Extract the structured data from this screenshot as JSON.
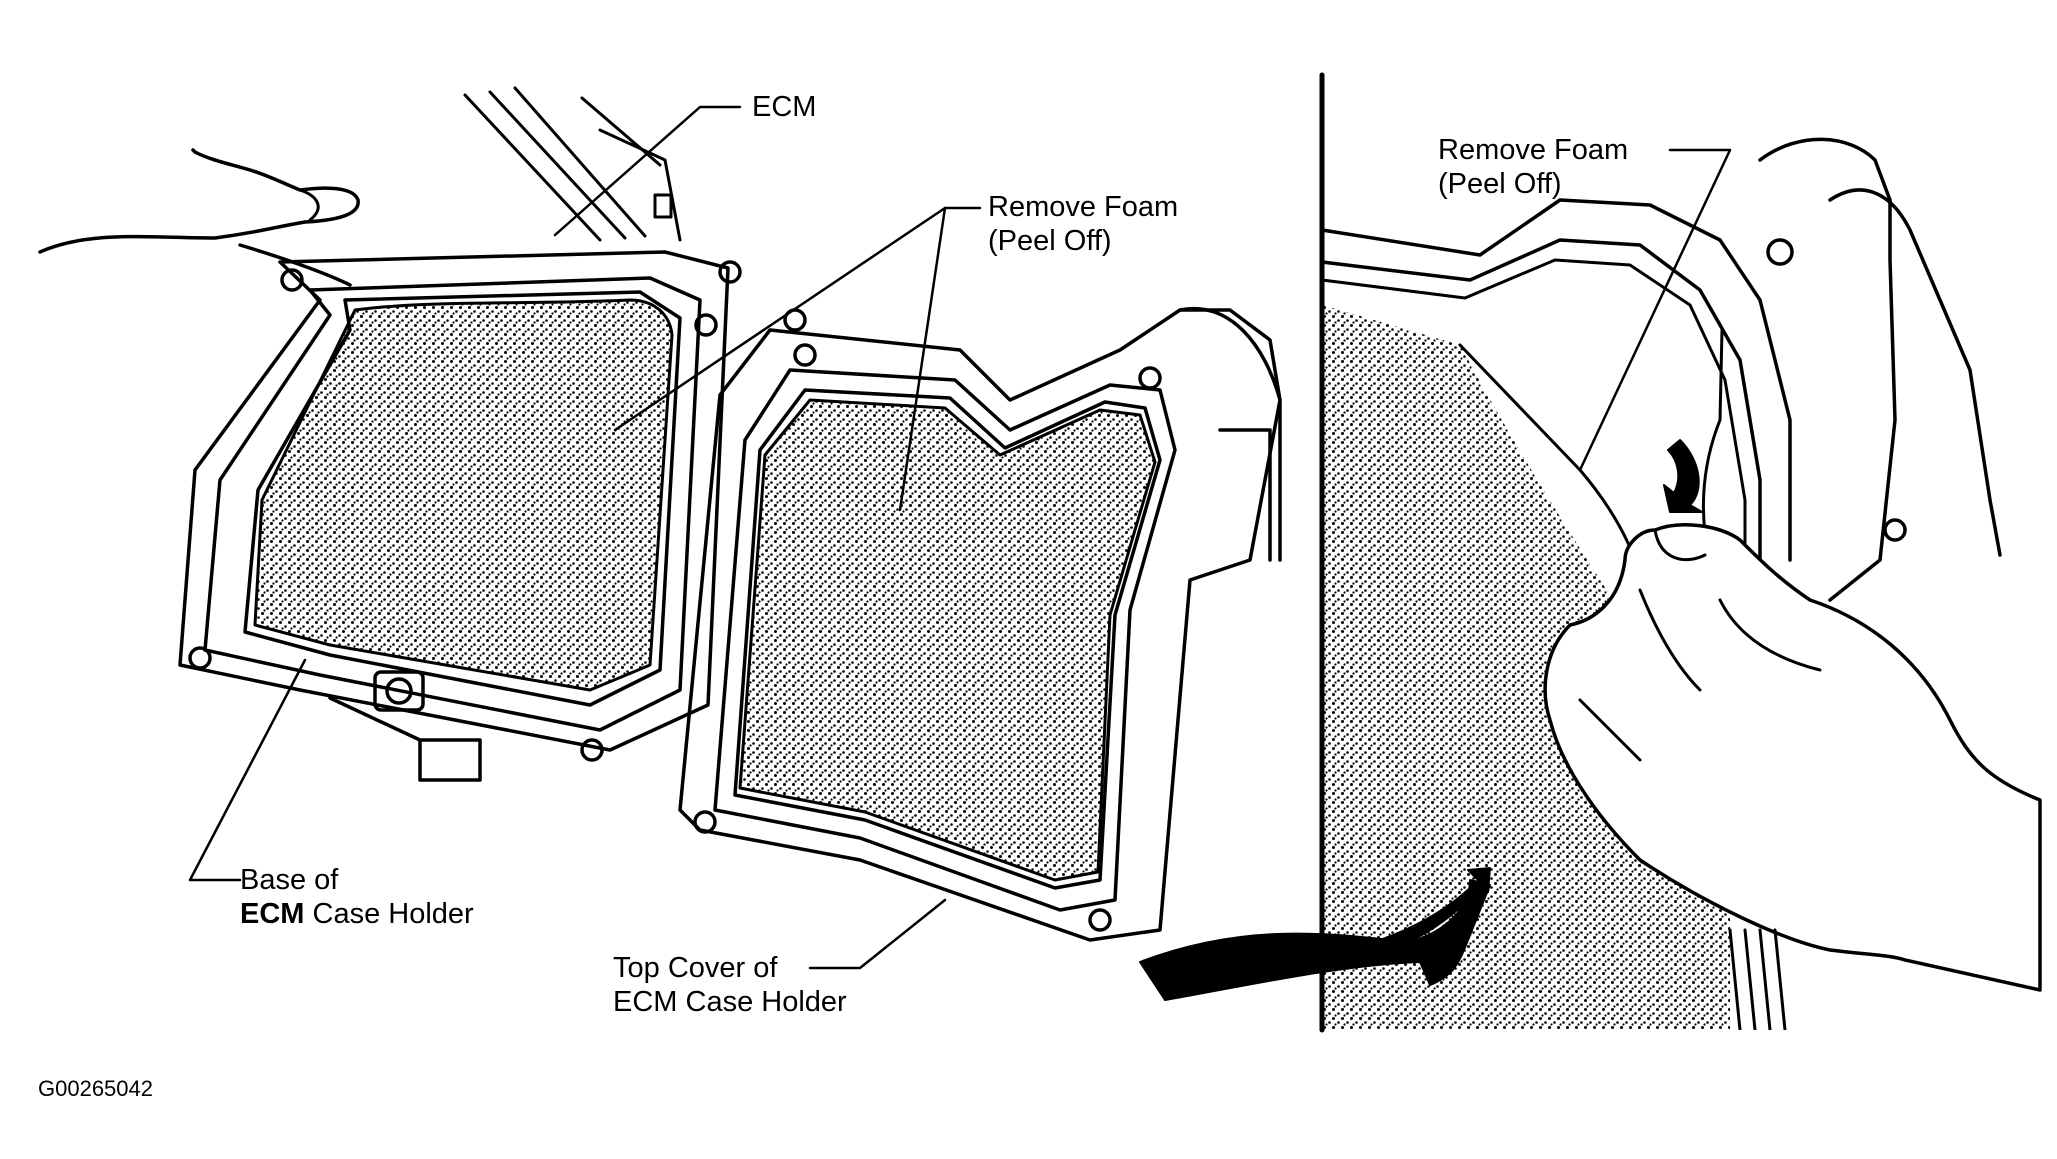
{
  "labels": {
    "ecm": "ECM",
    "remove_foam_left": {
      "line1": "Remove Foam",
      "line2": "(Peel Off)"
    },
    "remove_foam_right": {
      "line1": "Remove Foam",
      "line2": "(Peel Off)"
    },
    "base": {
      "line1": "Base of",
      "line2_bold": "ECM",
      "line2_rest": " Case Holder"
    },
    "top_cover": {
      "line1": "Top Cover of",
      "line2": "ECM Case Holder"
    }
  },
  "figure_code": "G00265042",
  "colors": {
    "ink": "#000000",
    "paper": "#ffffff"
  }
}
